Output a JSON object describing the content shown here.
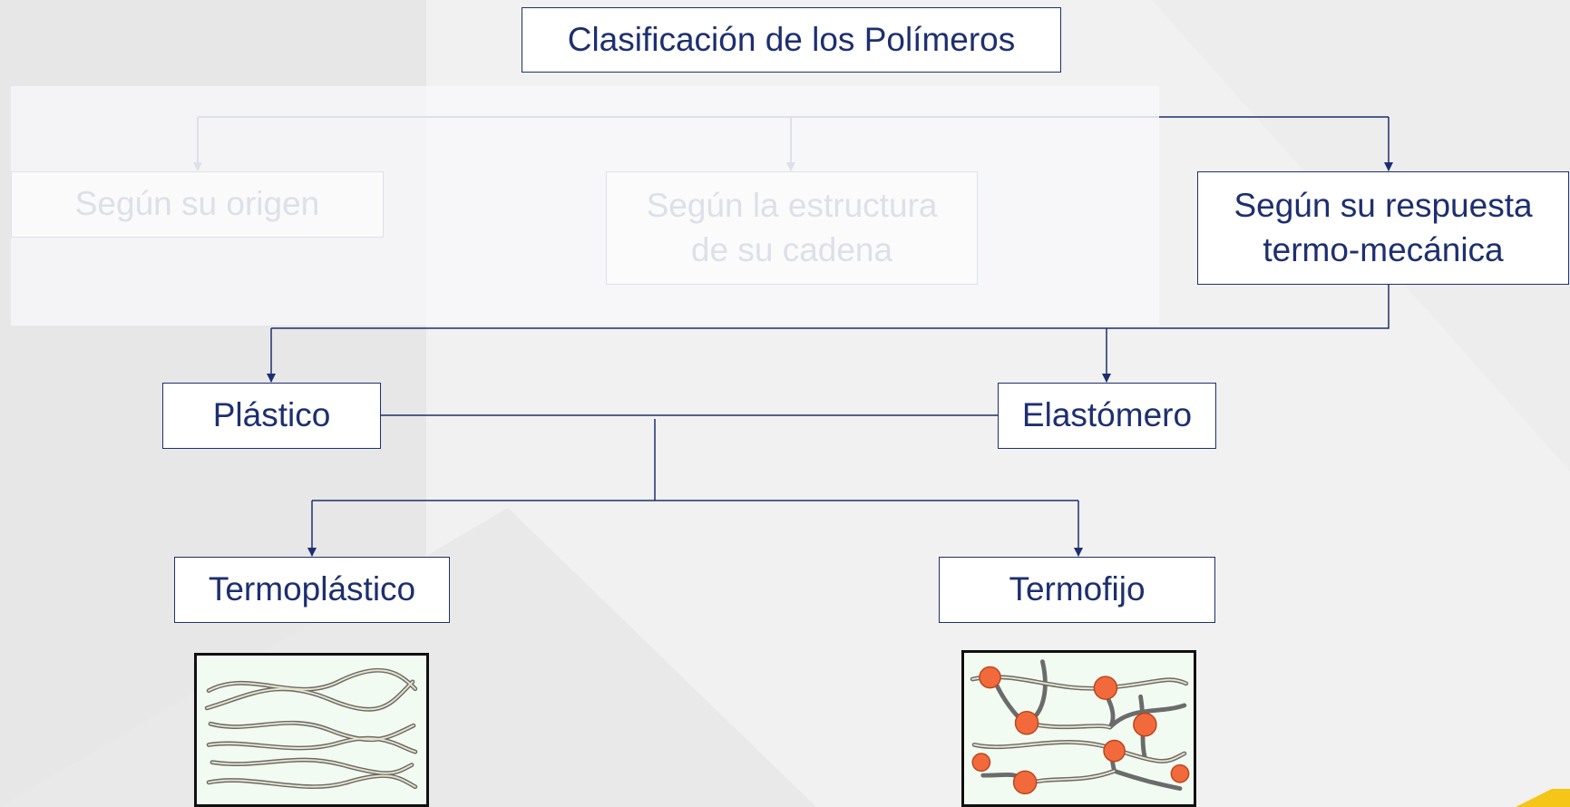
{
  "diagram": {
    "title": "Clasificación de los Polímeros",
    "categories": [
      {
        "label": "Según su origen",
        "highlighted": false
      },
      {
        "label": "Según la estructura de su cadena",
        "highlighted": false
      },
      {
        "label": "Según su respuesta termo-mecánica",
        "highlighted": true
      }
    ],
    "response_types": [
      "Plástico",
      "Elastómero"
    ],
    "subtypes": [
      "Termoplástico",
      "Termofijo"
    ],
    "illustrations": {
      "linear_chains_icon": "thermoplastic-linear-chains",
      "crosslinked_network_icon": "thermoset-crosslinked-network"
    }
  },
  "colors": {
    "primary": "#1d2f6f",
    "faded": "#dde0e8",
    "background": "#ededed",
    "crosslink_node": "#f26a3c",
    "accent_yellow": "#f5c518"
  }
}
